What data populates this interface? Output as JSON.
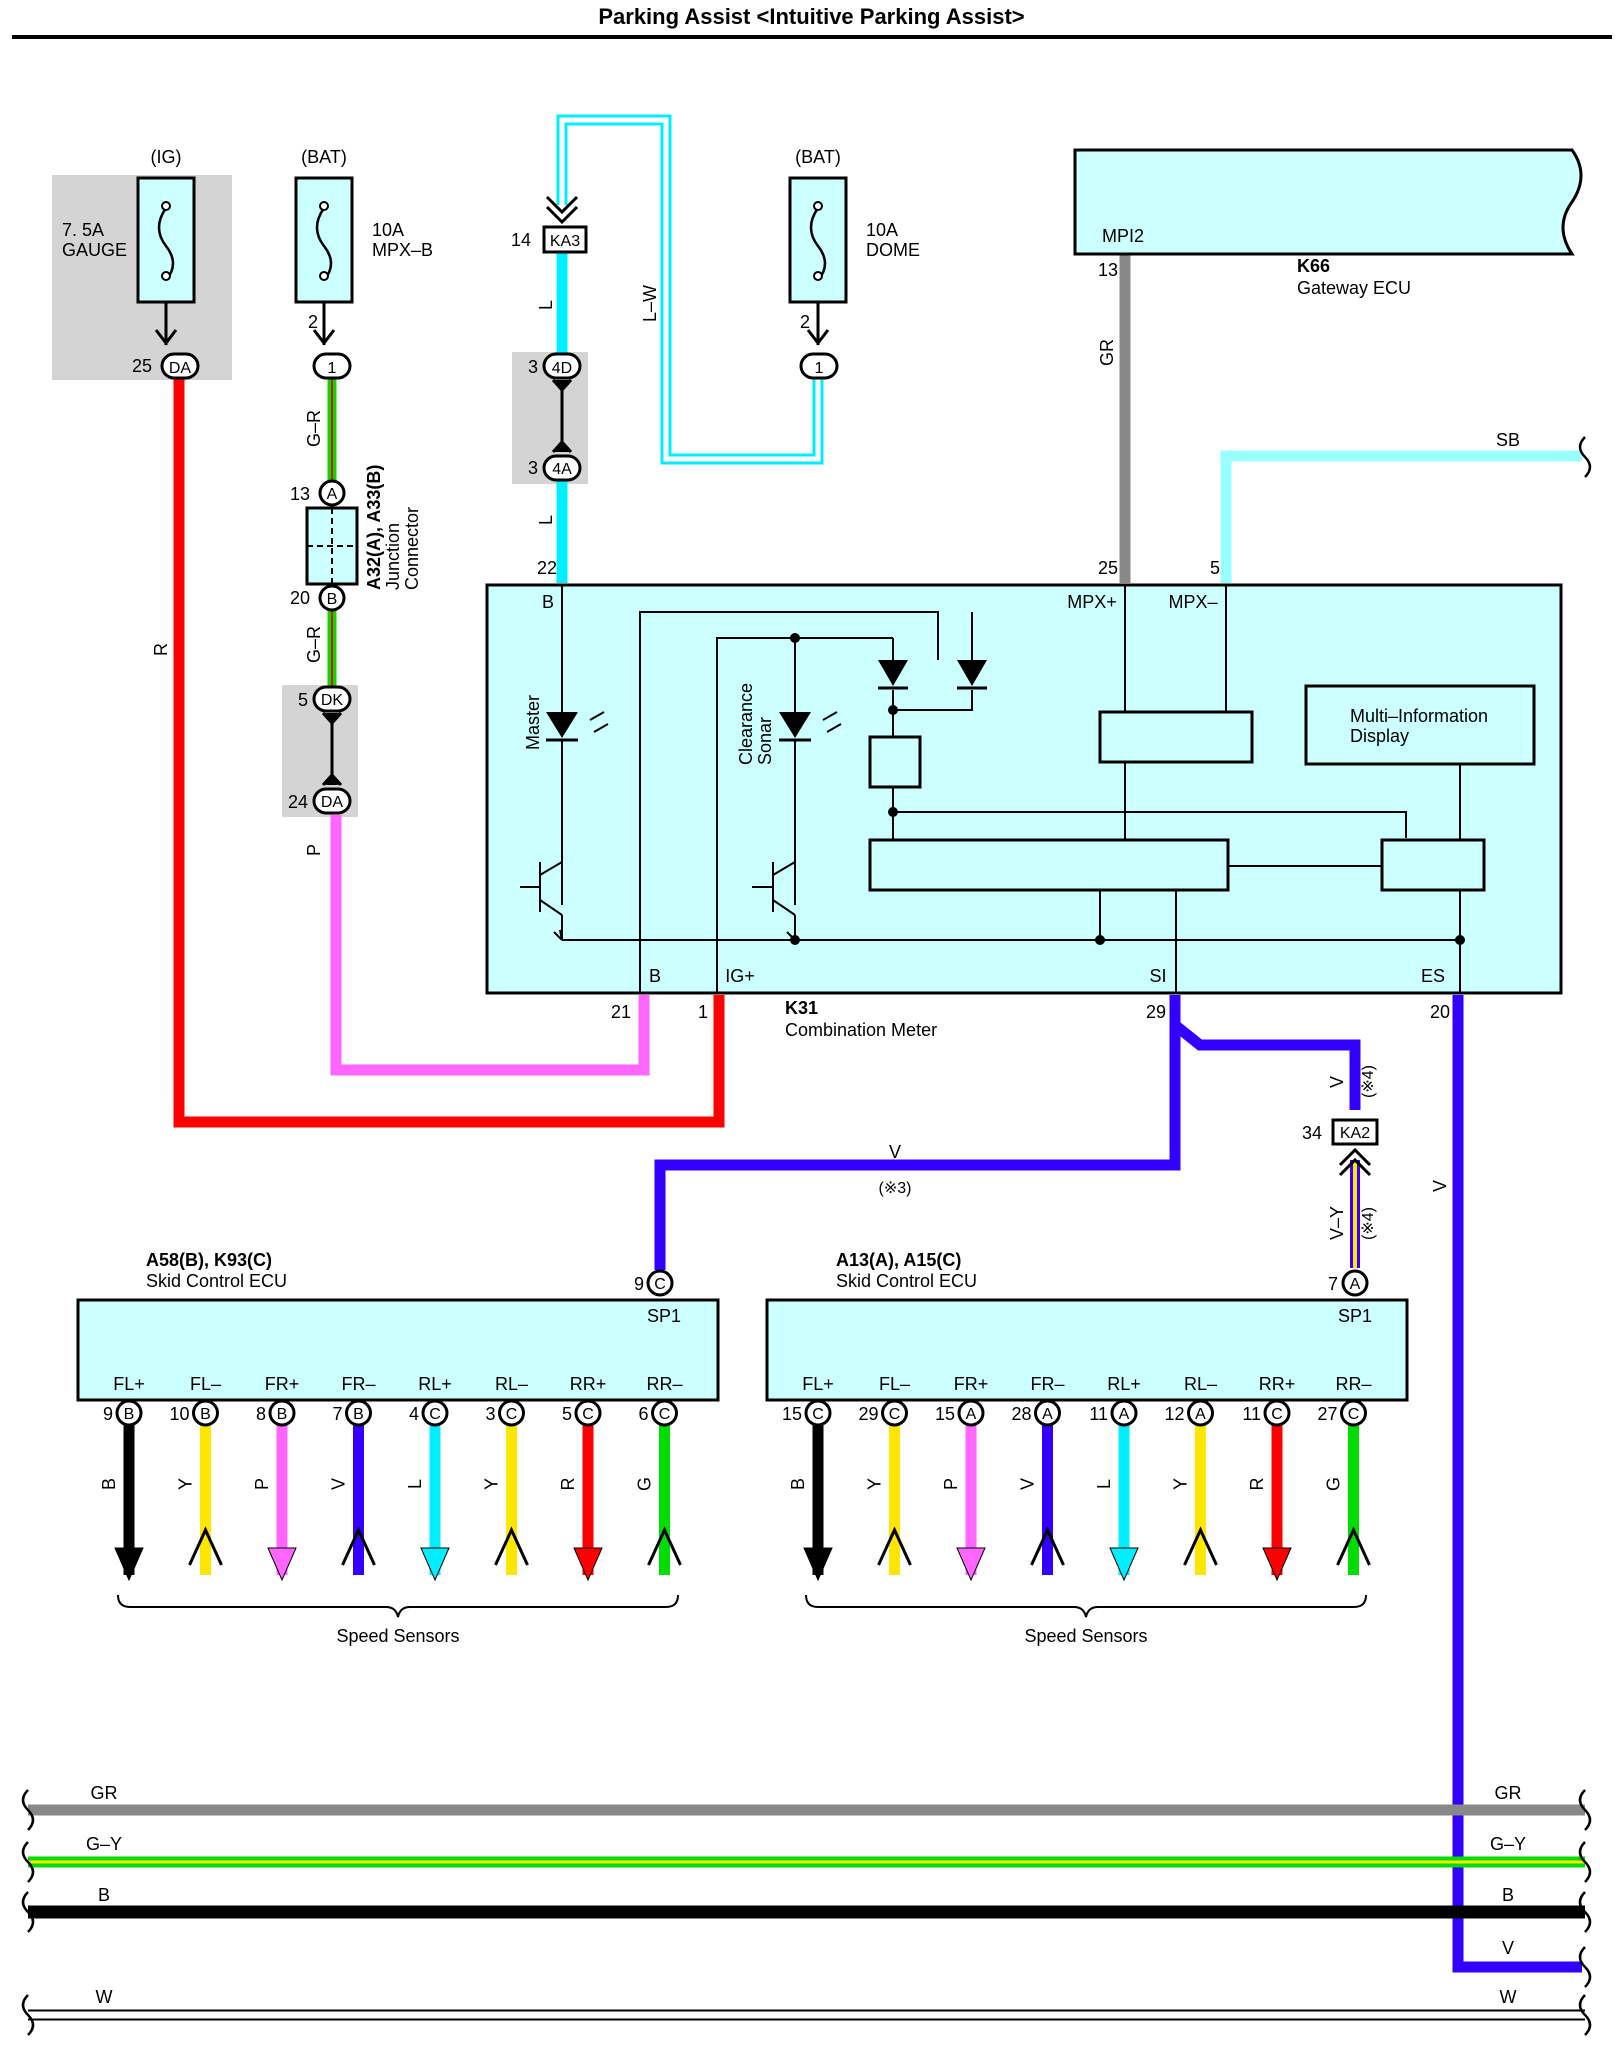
{
  "title": "Parking Assist <Intuitive Parking Assist>",
  "fuses": [
    {
      "source": "(IG)",
      "rating": "7. 5A",
      "name": "GAUGE",
      "pin": "25",
      "connector": "DA"
    },
    {
      "source": "(BAT)",
      "rating": "10A",
      "name": "MPX–B",
      "pin_top": "2",
      "connector": "1"
    },
    {
      "source": "(BAT)",
      "rating": "10A",
      "name": "DOME",
      "pin_top": "2",
      "connector": "1"
    }
  ],
  "junction": {
    "name": "A32(A), A33(B)",
    "desc_line1": "Junction",
    "desc_line2": "Connector",
    "pin_a": "13",
    "conn_a": "A",
    "pin_b": "20",
    "conn_b": "B"
  },
  "connectors": {
    "ka3": {
      "pin": "14",
      "label": "KA3"
    },
    "c4d": {
      "pin": "3",
      "label": "4D"
    },
    "c4a": {
      "pin": "3",
      "label": "4A"
    },
    "dk": {
      "pin": "5",
      "label": "DK"
    },
    "da2": {
      "pin": "24",
      "label": "DA"
    },
    "ka2": {
      "pin": "34",
      "label": "KA2"
    }
  },
  "wires": {
    "r": "R",
    "gr1": "G–R",
    "gr2": "G–R",
    "p": "P",
    "l1": "L",
    "l2": "L",
    "lw": "L–W",
    "gr_vert": "GR",
    "sb": "SB",
    "v_meter": "V",
    "v_note4a": "(※4)",
    "vy": "V–Y",
    "v_note4b": "(※4)",
    "v_mid": "V",
    "v_note3": "(※3)",
    "v_right": "V"
  },
  "gateway": {
    "code": "K66",
    "name": "Gateway ECU",
    "terminal": "MPI2",
    "pin": "13"
  },
  "meter": {
    "code": "K31",
    "name": "Combination Meter",
    "pins": {
      "b_top": "22",
      "mpx_plus": "25",
      "mpx_minus": "5",
      "b_bot": "21",
      "ig": "1",
      "si": "29",
      "es": "20"
    },
    "terms": {
      "b_top": "B",
      "mpx_plus": "MPX+",
      "mpx_minus": "MPX–",
      "b_bot": "B",
      "ig": "IG+",
      "si": "SI",
      "es": "ES"
    },
    "master": "Master",
    "clearance_1": "Clearance",
    "clearance_2": "Sonar",
    "mid_1": "Multi–Information",
    "mid_2": "Display"
  },
  "ecu_left": {
    "code": "A58(B), K93(C)",
    "name": "Skid Control ECU",
    "sp_pin": "9",
    "sp_conn": "C",
    "sp_term": "SP1",
    "terminals": [
      {
        "term": "FL+",
        "pin": "9",
        "conn": "B",
        "wire": "B",
        "color": "#000000",
        "dir": "down"
      },
      {
        "term": "FL–",
        "pin": "10",
        "conn": "B",
        "wire": "Y",
        "color": "#ffe600",
        "dir": "up"
      },
      {
        "term": "FR+",
        "pin": "8",
        "conn": "B",
        "wire": "P",
        "color": "#ff66ff",
        "dir": "down"
      },
      {
        "term": "FR–",
        "pin": "7",
        "conn": "B",
        "wire": "V",
        "color": "#3300ff",
        "dir": "up"
      },
      {
        "term": "RL+",
        "pin": "4",
        "conn": "C",
        "wire": "L",
        "color": "#00eeff",
        "dir": "down"
      },
      {
        "term": "RL–",
        "pin": "3",
        "conn": "C",
        "wire": "Y",
        "color": "#ffe600",
        "dir": "up"
      },
      {
        "term": "RR+",
        "pin": "5",
        "conn": "C",
        "wire": "R",
        "color": "#ff0000",
        "dir": "down"
      },
      {
        "term": "RR–",
        "pin": "6",
        "conn": "C",
        "wire": "G",
        "color": "#00dd00",
        "dir": "up"
      }
    ],
    "sensors": "Speed Sensors"
  },
  "ecu_right": {
    "code": "A13(A), A15(C)",
    "name": "Skid Control ECU",
    "sp_pin": "7",
    "sp_conn": "A",
    "sp_term": "SP1",
    "terminals": [
      {
        "term": "FL+",
        "pin": "15",
        "conn": "C",
        "wire": "B",
        "color": "#000000",
        "dir": "down"
      },
      {
        "term": "FL–",
        "pin": "29",
        "conn": "C",
        "wire": "Y",
        "color": "#ffe600",
        "dir": "up"
      },
      {
        "term": "FR+",
        "pin": "15",
        "conn": "A",
        "wire": "P",
        "color": "#ff66ff",
        "dir": "down"
      },
      {
        "term": "FR–",
        "pin": "28",
        "conn": "A",
        "wire": "V",
        "color": "#3300ff",
        "dir": "up"
      },
      {
        "term": "RL+",
        "pin": "11",
        "conn": "A",
        "wire": "L",
        "color": "#00eeff",
        "dir": "down"
      },
      {
        "term": "RL–",
        "pin": "12",
        "conn": "A",
        "wire": "Y",
        "color": "#ffe600",
        "dir": "up"
      },
      {
        "term": "RR+",
        "pin": "11",
        "conn": "C",
        "wire": "R",
        "color": "#ff0000",
        "dir": "down"
      },
      {
        "term": "RR–",
        "pin": "27",
        "conn": "C",
        "wire": "G",
        "color": "#00dd00",
        "dir": "up"
      }
    ],
    "sensors": "Speed Sensors"
  },
  "buses": [
    {
      "label": "GR",
      "label_r": "GR",
      "color": "#808080"
    },
    {
      "label": "G–Y",
      "label_r": "G–Y",
      "color": "#00dd00"
    },
    {
      "label": "B",
      "label_r": "B",
      "color": "#000000"
    },
    {
      "label": "V",
      "color": "#3300ff"
    },
    {
      "label": "W",
      "label_r": "W",
      "color": "#ffffff"
    }
  ]
}
